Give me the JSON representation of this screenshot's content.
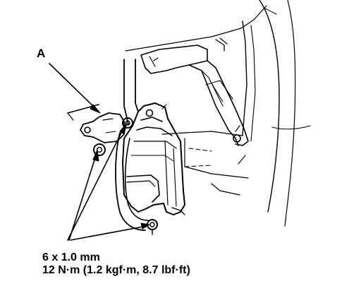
{
  "callouts": {
    "part_label": "A",
    "bolt_size": "6 x 1.0 mm",
    "torque": "12 N·m (1.2 kgf·m, 8.7 lbf·ft)"
  },
  "colors": {
    "ink": "#000000",
    "paper": "#ffffff"
  }
}
